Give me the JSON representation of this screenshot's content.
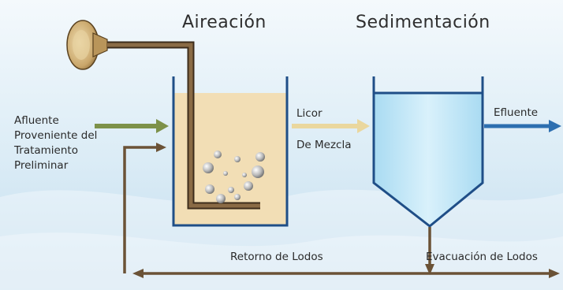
{
  "titles": {
    "aeration": "Aireación",
    "sedimentation": "Sedimentación"
  },
  "labels": {
    "influent_lines": [
      "Afluente",
      "Proveniente del",
      "Tratamiento",
      "Preliminar"
    ],
    "mixed_liquor_line1": "Licor",
    "mixed_liquor_line2": "De Mezcla",
    "effluent": "Efluente",
    "sludge_return": "Retorno de Lodos",
    "sludge_evacuation": "Evacuación de Lodos"
  },
  "colors": {
    "sky_top": "#eef6fb",
    "sky_bottom": "#c9e2f1",
    "tank_outline": "#1f4e87",
    "aeration_liquid": "#f2deb5",
    "sed_liquid": "#bfe6f6",
    "pipe_brown": "#6b5236",
    "influent_arrow": "#7d9149",
    "mixed_liquor_arrow": "#ead79e",
    "effluent_arrow": "#2d6fb0",
    "sludge_line": "#6b5236"
  },
  "icons": {
    "blower": "air-blower-icon",
    "bubbles": "air-bubble-icon"
  }
}
